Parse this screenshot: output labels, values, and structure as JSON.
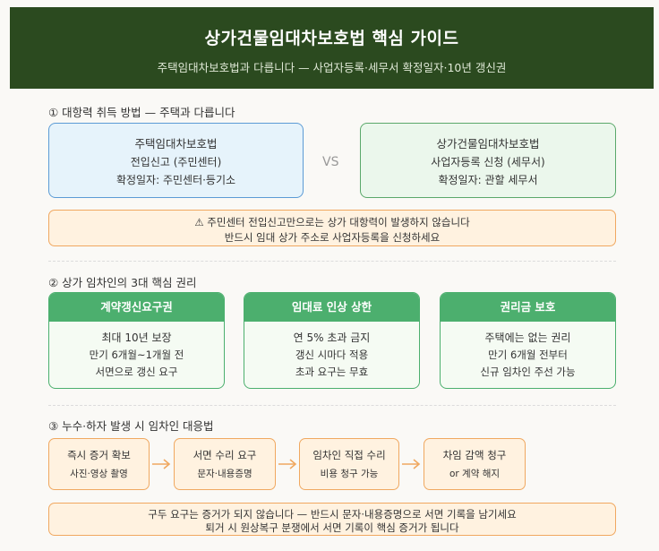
{
  "header": {
    "title": "상가건물임대차보호법 핵심 가이드",
    "subtitle": "주택임대차보호법과 다릅니다 — 사업자등록·세무서 확정일자·10년 갱신권"
  },
  "section1": {
    "title": "① 대항력 취득 방법 — 주택과 다릅니다",
    "left": {
      "title": "주택임대차보호법",
      "line1": "전입신고 (주민센터)",
      "line2": "확정일자: 주민센터·등기소"
    },
    "vs": "VS",
    "right": {
      "title": "상가건물임대차보호법",
      "line1": "사업자등록 신청 (세무서)",
      "line2": "확정일자: 관할 세무서"
    },
    "warning": {
      "line1": "⚠ 주민센터 전입신고만으로는 상가 대항력이 발생하지 않습니다",
      "line2": "반드시 임대 상가 주소로 사업자등록을 신청하세요"
    }
  },
  "section2": {
    "title": "② 상가 임차인의 3대 핵심 권리",
    "cards": [
      {
        "head": "계약갱신요구권",
        "main": "최대 10년 보장",
        "l2": "만기 6개월~1개월 전",
        "l3": "서면으로 갱신 요구"
      },
      {
        "head": "임대료 인상 상한",
        "main": "연 5% 초과 금지",
        "l2": "갱신 시마다 적용",
        "l3": "초과 요구는 무효"
      },
      {
        "head": "권리금 보호",
        "main": "주택에는 없는 권리",
        "l2": "만기 6개월 전부터",
        "l3": "신규 임차인 주선 가능"
      }
    ]
  },
  "section3": {
    "title": "③ 누수·하자 발생 시 임차인 대응법",
    "steps": [
      {
        "main": "즉시 증거 확보",
        "sub": "사진·영상 촬영"
      },
      {
        "main": "서면 수리 요구",
        "sub": "문자·내용증명"
      },
      {
        "main": "임차인 직접 수리",
        "sub": "비용 청구 가능"
      },
      {
        "main": "차임 감액 청구",
        "sub": "or 계약 해지"
      }
    ],
    "note": {
      "line1": "구두 요구는 증거가 되지 않습니다 — 반드시 문자·내용증명으로 서면 기록을 남기세요",
      "line2": "퇴거 시 원상복구 분쟁에서 서면 기록이 핵심 증거가 됩니다"
    }
  },
  "colors": {
    "header_bg": "#2b4a1f",
    "blue_border": "#5b9bd5",
    "green_border": "#5aa86a",
    "card_green": "#4caf6e",
    "orange_border": "#f0a860",
    "orange_bg": "#fff2e0"
  }
}
